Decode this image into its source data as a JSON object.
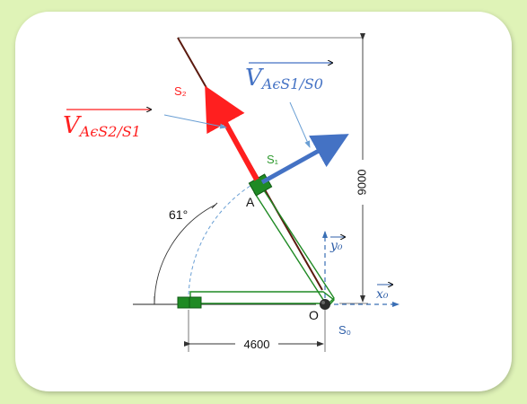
{
  "colors": {
    "background": "#dff3b7",
    "card": "#ffffff",
    "red": "#ff1f1f",
    "blue": "#4472c4",
    "green": "#2e7d32",
    "slide_green": "#1f8a24",
    "rod": "#5b1a0f",
    "dim": "#333333"
  },
  "labels": {
    "s2": "S₂",
    "s1": "S₁",
    "s0": "S₀",
    "point_a": "A",
    "point_o": "O",
    "angle": "61°",
    "dim_vertical": "9000",
    "dim_horizontal": "4600",
    "vec_red": "V",
    "vec_red_sub": "AϵS2/S1",
    "vec_blue": "V",
    "vec_blue_sub": "AϵS1/S0",
    "axis_y": "y₀",
    "axis_x": "x₀"
  },
  "icons": {
    "vector_arrow": "overline-arrow"
  }
}
